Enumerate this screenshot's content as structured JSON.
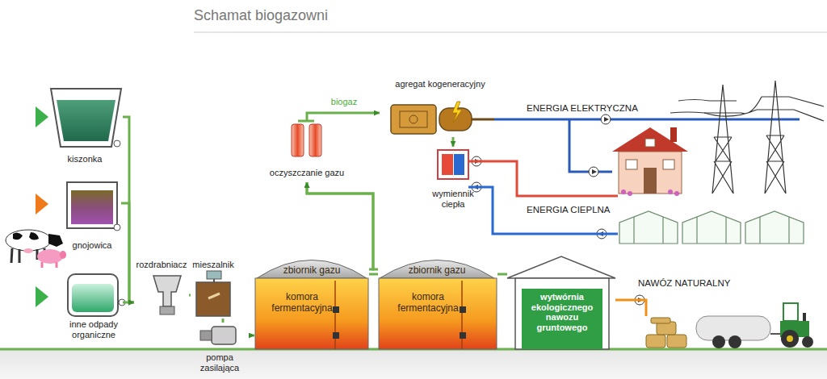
{
  "diagram": {
    "title": "Schamat biogazowni",
    "nodes": [
      {
        "text": [
          "kiszonka"
        ]
      },
      {
        "text": [
          "gnojowica"
        ]
      },
      {
        "text": [
          "inne odpady organiczne"
        ]
      },
      {
        "text": [
          "rozdrabniacz"
        ]
      },
      {
        "text": [
          "mieszalnik"
        ]
      },
      {
        "text": [
          "pompa zasilająca"
        ]
      },
      {
        "text": [
          "zbiornik gazu",
          "komora fermentacyjna"
        ]
      },
      {
        "text": [
          "zbiornik gazu",
          "komora fermentacyjna"
        ]
      },
      {
        "text": [
          "wytwórnia ekologicznego nawozu gruntowego"
        ]
      },
      {
        "text": [
          "oczyszczanie gazu"
        ]
      },
      {
        "text": [
          "agregat kogeneracyjny"
        ]
      },
      {
        "text": [
          "wymiennik ciepła"
        ]
      }
    ],
    "edges": [
      {
        "from": 0,
        "to": 3,
        "arrow": "to"
      },
      {
        "from": 1,
        "to": 3,
        "arrow": "to"
      },
      {
        "from": 2,
        "to": 3,
        "arrow": "to"
      },
      {
        "from": 3,
        "to": 4,
        "arrow": "none"
      },
      {
        "from": 4,
        "to": 5,
        "arrow": "none"
      },
      {
        "from": 5,
        "to": 6,
        "arrow": "to"
      },
      {
        "from": 6,
        "to": 7,
        "arrow": "none"
      },
      {
        "from": 7,
        "to": 8,
        "arrow": "none"
      },
      {
        "from": 6,
        "to": 9,
        "arrow": "to"
      },
      {
        "from": 7,
        "to": 9,
        "arrow": "to"
      },
      {
        "from": 9,
        "to": 10,
        "label": "biogaz",
        "arrow": "to"
      },
      {
        "from": 10,
        "to": 11,
        "arrow": "to"
      }
    ],
    "labels": [
      "ENERGIA ELEKTRYCZNA",
      "ENERGIA CIEPLNA",
      "NAWÓZ NATURALNY"
    ]
  }
}
